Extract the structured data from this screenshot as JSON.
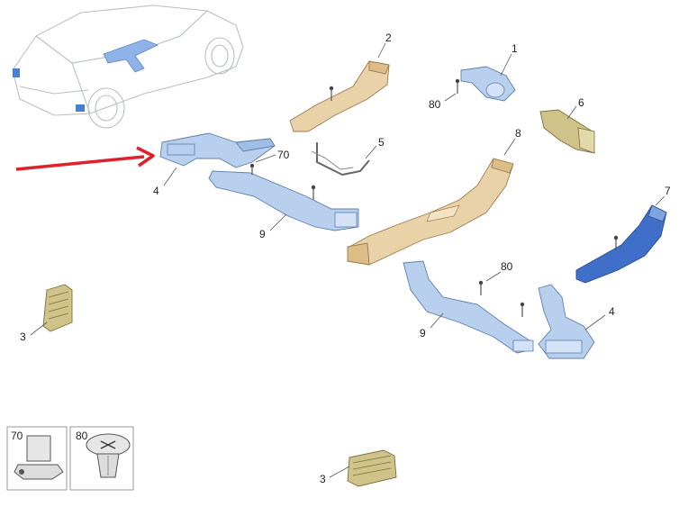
{
  "callouts": {
    "c1": "1",
    "c2": "2",
    "c3a": "3",
    "c3b": "3",
    "c4a": "4",
    "c4b": "4",
    "c5": "5",
    "c6": "6",
    "c7": "7",
    "c8": "8",
    "c9a": "9",
    "c9b": "9",
    "c70": "70",
    "c80a": "80",
    "c80b": "80"
  },
  "legend": {
    "fastener_70": "70",
    "fastener_80": "80"
  },
  "colors": {
    "highlight_arrow": "#e0202a",
    "duct_blue": "#b8cfee",
    "duct_tan": "#ead2a8",
    "vent_olive": "#cfc38a"
  }
}
